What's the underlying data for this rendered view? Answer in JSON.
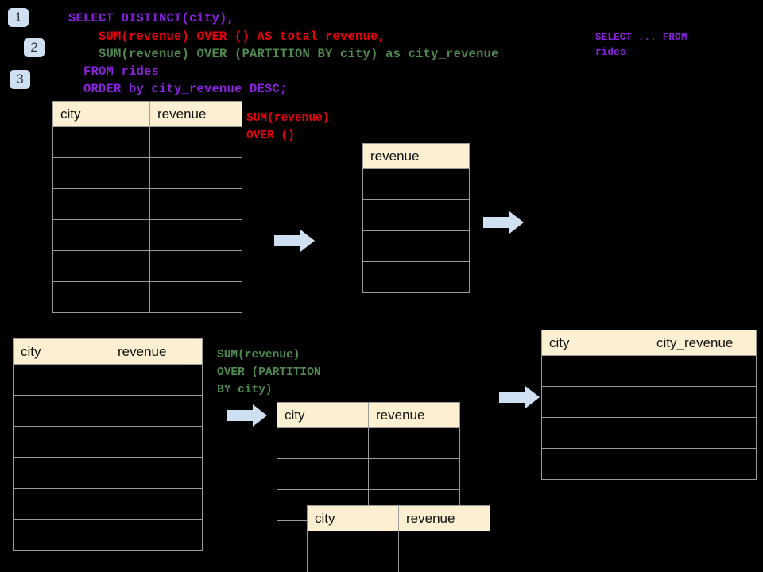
{
  "background_color": "#000000",
  "palette": {
    "badge_bg": "#CFE0F2",
    "badge_text": "#3A3A3A",
    "table_header_bg": "#FCEFD2",
    "table_body_bg": "#000000",
    "table_border": "#9A9A9A",
    "arrow_fill": "#CFE0F2",
    "code_purple": "#8A20E0",
    "code_red": "#E8000A",
    "code_green": "#4F8C4F"
  },
  "badges": [
    {
      "label": "1"
    },
    {
      "label": "2"
    },
    {
      "label": "3"
    }
  ],
  "query": {
    "line1": "SELECT DISTINCT(city),",
    "line2": "    SUM(revenue) OVER () AS total_revenue,",
    "line3": "    SUM(revenue) OVER (PARTITION BY city) as city_revenue",
    "line4": "  FROM rides",
    "line5": "  ORDER by city_revenue DESC;"
  },
  "side_note": {
    "line1": "SELECT ... FROM",
    "line2": "rides"
  },
  "annotations": {
    "total_revenue": {
      "line1": "SUM(revenue)",
      "line2": "OVER ()"
    },
    "city_revenue": {
      "line1": "SUM(revenue)",
      "line2": "OVER (PARTITION",
      "line3": "BY city)"
    }
  },
  "tables": {
    "source_top": {
      "name": "rides-source-table-top",
      "headers": [
        "city",
        "revenue"
      ],
      "rows": [
        [
          "",
          ""
        ],
        [
          "",
          ""
        ],
        [
          "",
          ""
        ],
        [
          "",
          ""
        ],
        [
          "",
          ""
        ],
        [
          "",
          ""
        ]
      ]
    },
    "total_revenue": {
      "name": "total-revenue-table",
      "headers": [
        "revenue"
      ],
      "rows": [
        [
          ""
        ],
        [
          ""
        ],
        [
          ""
        ],
        [
          ""
        ]
      ]
    },
    "source_bottom": {
      "name": "rides-source-table-bottom",
      "headers": [
        "city",
        "revenue"
      ],
      "rows": [
        [
          "",
          ""
        ],
        [
          "",
          ""
        ],
        [
          "",
          ""
        ],
        [
          "",
          ""
        ],
        [
          "",
          ""
        ],
        [
          "",
          ""
        ]
      ]
    },
    "partition_back": {
      "name": "partition-group-table-back",
      "headers": [
        "city",
        "revenue"
      ],
      "rows": [
        [
          "",
          ""
        ],
        [
          "",
          ""
        ],
        [
          "",
          ""
        ]
      ]
    },
    "partition_front": {
      "name": "partition-group-table-front",
      "headers": [
        "city",
        "revenue"
      ],
      "rows": [
        [
          "",
          ""
        ],
        [
          "",
          ""
        ]
      ]
    },
    "result": {
      "name": "final-result-table",
      "headers": [
        "city",
        "city_revenue"
      ],
      "rows": [
        [
          "",
          ""
        ],
        [
          "",
          ""
        ],
        [
          "",
          ""
        ],
        [
          "",
          ""
        ]
      ]
    }
  },
  "arrows": [
    {
      "name": "arrow-source-to-total"
    },
    {
      "name": "arrow-total-to-result"
    },
    {
      "name": "arrow-source-to-partition"
    },
    {
      "name": "arrow-partition-to-result"
    }
  ]
}
